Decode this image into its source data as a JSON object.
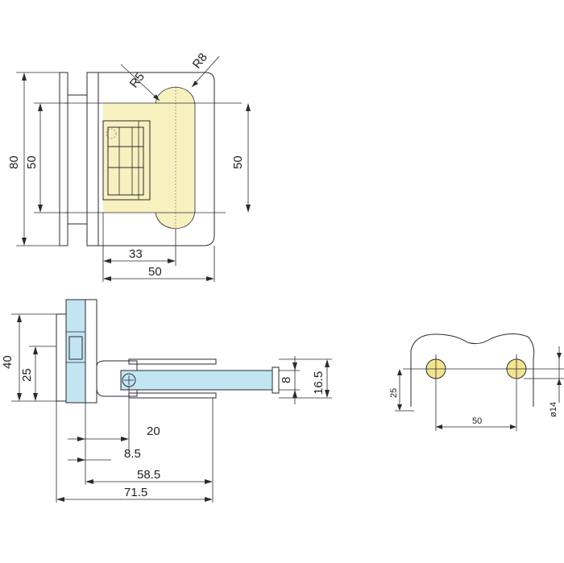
{
  "colors": {
    "brass": "#f7f0bf",
    "glass": "#c3e4f1",
    "line": "#2a2a33"
  },
  "front_view": {
    "radius_small": "R5",
    "radius_large": "R8",
    "height_total": "80",
    "height_inner": "50",
    "height_right": "50",
    "width_inner": "33",
    "width_total": "50"
  },
  "side_view": {
    "height_total": "40",
    "height_inner": "25",
    "thickness": "8",
    "glass_gap": "16.5",
    "dim_20": "20",
    "dim_8_5": "8.5",
    "dim_58_5": "58.5",
    "dim_71_5": "71.5"
  },
  "hole_detail": {
    "offset": "25",
    "spacing": "50",
    "diameter": "ø14"
  }
}
